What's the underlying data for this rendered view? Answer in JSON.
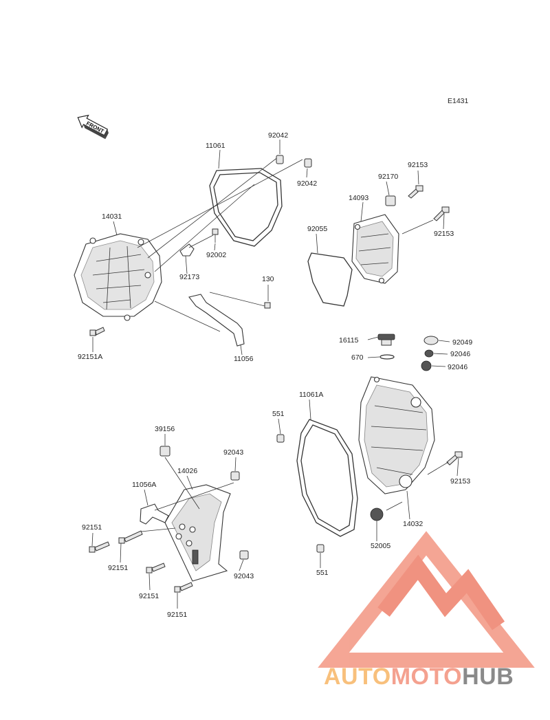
{
  "diagram_code": "E1431",
  "front_arrow_label": "FRONT",
  "labels": {
    "p92042a": "92042",
    "p11061": "11061",
    "p92042b": "92042",
    "p14031": "14031",
    "p92002": "92002",
    "p92173": "92173",
    "p130": "130",
    "p92151A": "92151A",
    "p11056": "11056",
    "p92170": "92170",
    "p92153a": "92153",
    "p14093": "14093",
    "p92055": "92055",
    "p92153b": "92153",
    "p16115": "16115",
    "p670": "670",
    "p92049": "92049",
    "p92046a": "92046",
    "p92046b": "92046",
    "p11061A": "11061A",
    "p551a": "551",
    "p92153c": "92153",
    "p14032": "14032",
    "p52005": "52005",
    "p551b": "551",
    "p39156": "39156",
    "p92043a": "92043",
    "p14026": "14026",
    "p11056A": "11056A",
    "p92151a": "92151",
    "p92151b": "92151",
    "p92043b": "92043",
    "p92151c": "92151",
    "p92151d": "92151"
  },
  "watermark": {
    "part1": "AUTO",
    "part2": "MOTO",
    "part3": "HUB",
    "color_primary": "#f4a18f",
    "color_accent": "#f08d7a",
    "color_secondary": "#8a8a8a"
  }
}
